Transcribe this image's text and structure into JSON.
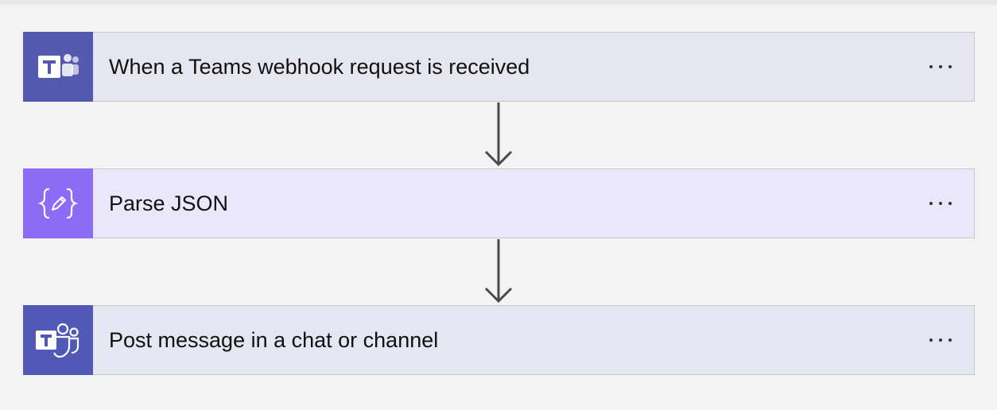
{
  "colors": {
    "canvas_background": "#f3f3f3",
    "teams_icon_bg": "#5558af",
    "parse_json_icon_bg": "#8c6cf7",
    "teams_card_bg": "#e6e6f0",
    "parse_json_card_bg": "#ebe7fa",
    "arrow": "#4a4a4a"
  },
  "steps": [
    {
      "title": "When a Teams webhook request is received",
      "icon": "teams-logo-icon",
      "more_menu_icon": "ellipsis-icon"
    },
    {
      "title": "Parse JSON",
      "icon": "json-braces-pencil-icon",
      "more_menu_icon": "ellipsis-icon"
    },
    {
      "title": "Post message in a chat or channel",
      "icon": "teams-logo-icon",
      "more_menu_icon": "ellipsis-icon"
    }
  ]
}
